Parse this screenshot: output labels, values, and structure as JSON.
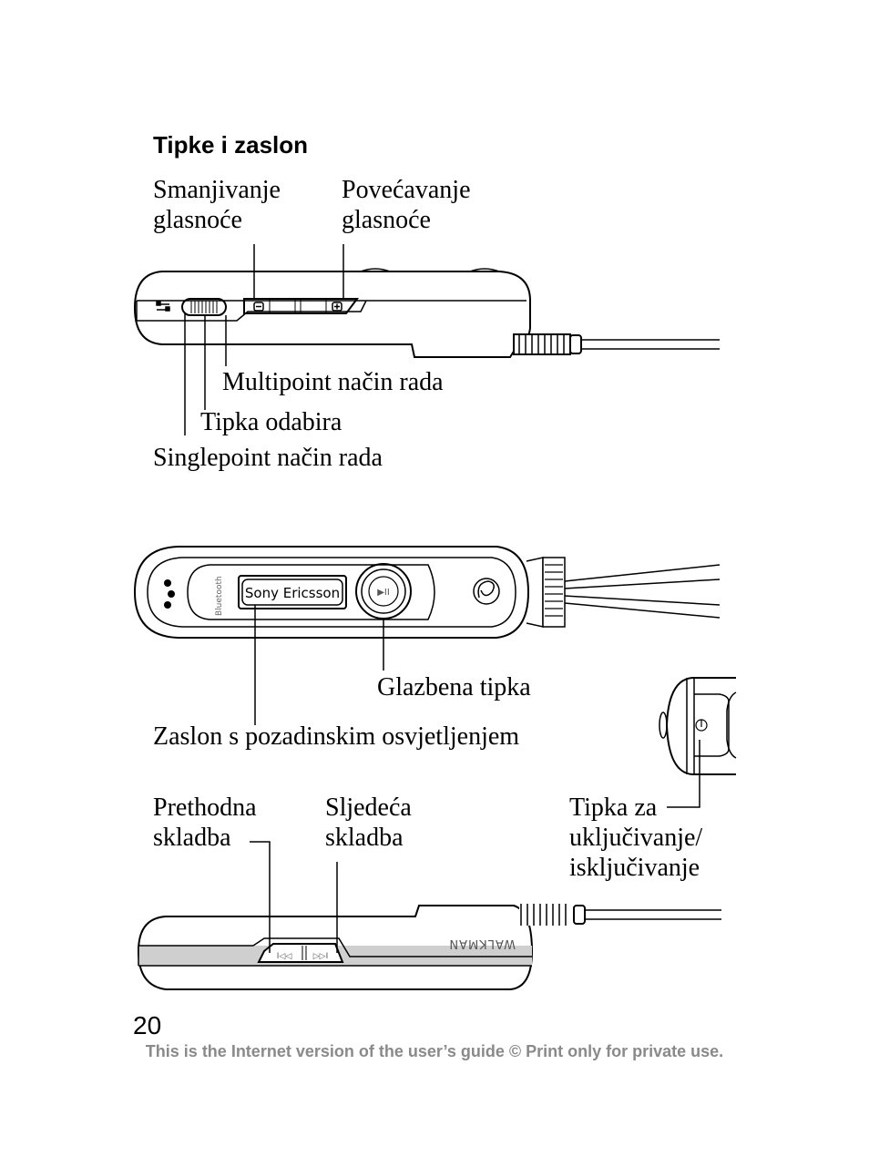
{
  "section_title": "Tipke i zaslon",
  "device_top": {
    "vol_down_label": [
      "Smanjivanje",
      "glasnoće"
    ],
    "vol_up_label": [
      "Povećavanje",
      "glasnoće"
    ],
    "multipoint_label": "Multipoint način rada",
    "select_key_label": "Tipka odabira",
    "singlepoint_label": "Singlepoint način rada"
  },
  "device_front": {
    "brand_text": "Sony Ericsson",
    "bluetooth_text": "Bluetooth",
    "music_key_label": "Glazbena tipka",
    "display_label": "Zaslon s pozadinskim osvjetljenjem",
    "play_pause_glyph": "▶II"
  },
  "device_side": {
    "power_key_label": [
      "Tipka za",
      "uključivanje/",
      "isključivanje"
    ]
  },
  "device_bottom": {
    "prev_track_label": [
      "Prethodna",
      "skladba"
    ],
    "next_track_label": [
      "Sljedeća",
      "skladba"
    ],
    "prev_glyph": "I◁◁",
    "next_glyph": "▷▷I",
    "walkman_text": "WALKMAN"
  },
  "page_number": "20",
  "footer_text": "This is the Internet version of the user’s guide © Print only for private use."
}
